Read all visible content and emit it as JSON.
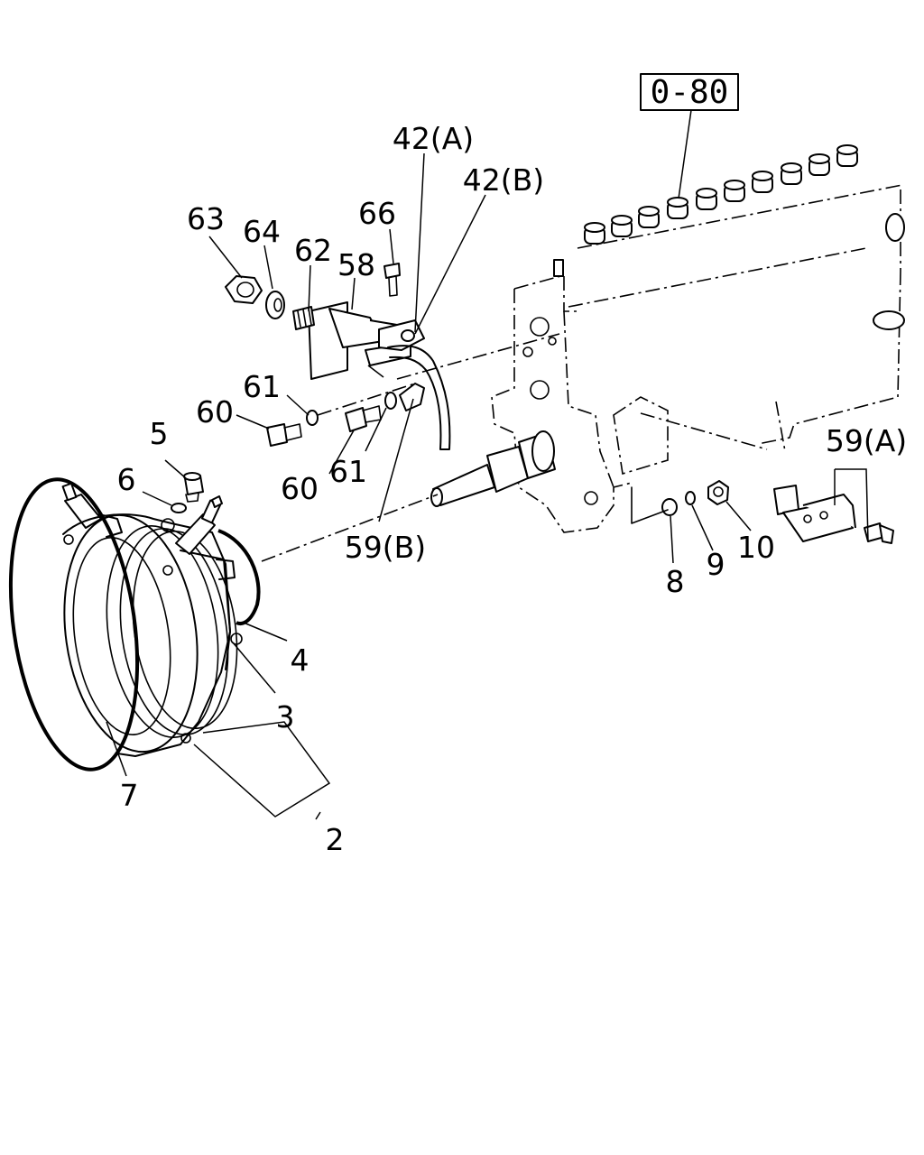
{
  "reference_box": "0-80",
  "callouts": {
    "c2": "2",
    "c3": "3",
    "c4": "4",
    "c5": "5",
    "c6": "6",
    "c7": "7",
    "c8": "8",
    "c9": "9",
    "c10": "10",
    "c42a": "42(A)",
    "c42b": "42(B)",
    "c58": "58",
    "c59a": "59(A)",
    "c59b": "59(B)",
    "c60a": "60",
    "c60b": "60",
    "c61a": "61",
    "c61b": "61",
    "c62": "62",
    "c63": "63",
    "c64": "64",
    "c66": "66"
  }
}
